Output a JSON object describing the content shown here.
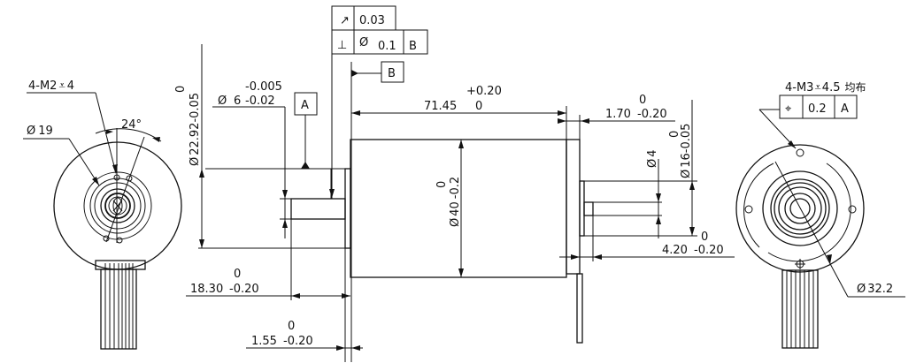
{
  "drawing": {
    "title": "Motor outline drawing",
    "left_view": {
      "hole_callout": "4-M2",
      "hole_depth_symbol": "depth-icon",
      "hole_depth": "4",
      "diameter_label": "19",
      "angle_label": "24°"
    },
    "side_view": {
      "geometric_tolerances": {
        "runout": {
          "symbol": "runout-icon",
          "value": "0.03"
        },
        "perpendicularity": {
          "symbol": "perpendicularity-icon",
          "diameter_symbol": "Ø",
          "value": "0.1",
          "datum": "B"
        }
      },
      "datum_b": "B",
      "datum_a": "A",
      "shaft_diameter": {
        "prefix": "Ø",
        "nominal": "6",
        "upper": "-0.005",
        "lower": "-0.02"
      },
      "boss_diameter": {
        "prefix": "Ø",
        "nominal": "22.92",
        "upper": "0",
        "lower": "-0.05"
      },
      "body_length": {
        "nominal": "71.45",
        "upper": "+0.20",
        "lower": "0"
      },
      "body_diameter": {
        "prefix": "Ø",
        "nominal": "40",
        "upper": "0",
        "lower": "-0.2"
      },
      "rear_flange_thickness": {
        "nominal": "1.70",
        "upper": "0",
        "lower": "-0.20"
      },
      "rear_shaft_diameter": {
        "prefix": "Ø",
        "nominal": "4"
      },
      "rear_boss_diameter": {
        "prefix": "Ø",
        "nominal": "16",
        "upper": "0",
        "lower": "-0.05"
      },
      "rear_shaft_length": {
        "nominal": "4.20",
        "upper": "0",
        "lower": "-0.20"
      },
      "front_shaft_length": {
        "nominal": "18.30",
        "upper": "0",
        "lower": "-0.20"
      },
      "front_flange_thickness": {
        "nominal": "1.55",
        "upper": "0",
        "lower": "-0.20"
      }
    },
    "right_view": {
      "hole_callout": "4-M3",
      "hole_depth_symbol": "depth-icon",
      "hole_depth": "4.5",
      "hole_note": "均布",
      "position_tolerance": {
        "symbol": "position-icon",
        "value": "0.2",
        "datum": "A"
      },
      "pcd_label": "32.2"
    },
    "diameter_symbol": "Ø"
  }
}
